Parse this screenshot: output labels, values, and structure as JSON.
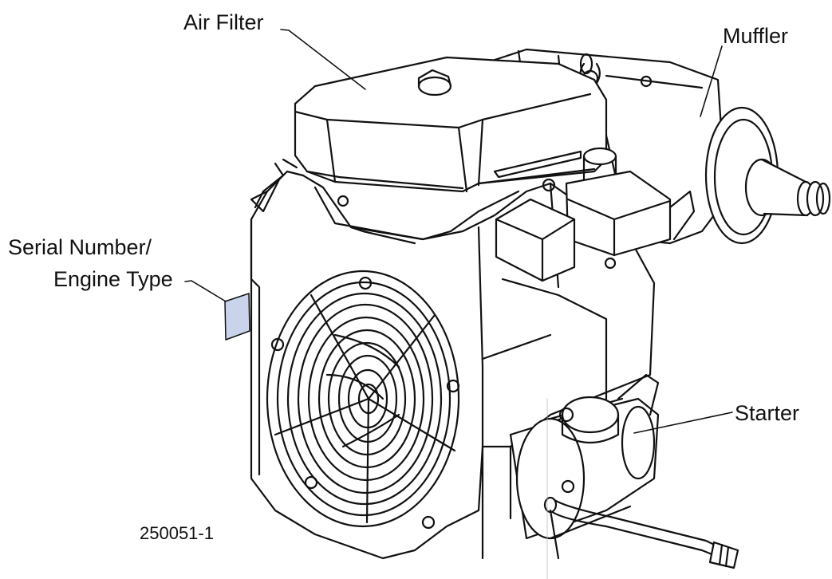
{
  "labels": {
    "air_filter": "Air Filter",
    "muffler": "Muffler",
    "serial_line1": "Serial Number/",
    "serial_line2": "Engine Type",
    "starter": "Starter"
  },
  "figure_id": "250051-1",
  "colors": {
    "ink": "#111111",
    "label_plate": "#c9d4ec"
  }
}
